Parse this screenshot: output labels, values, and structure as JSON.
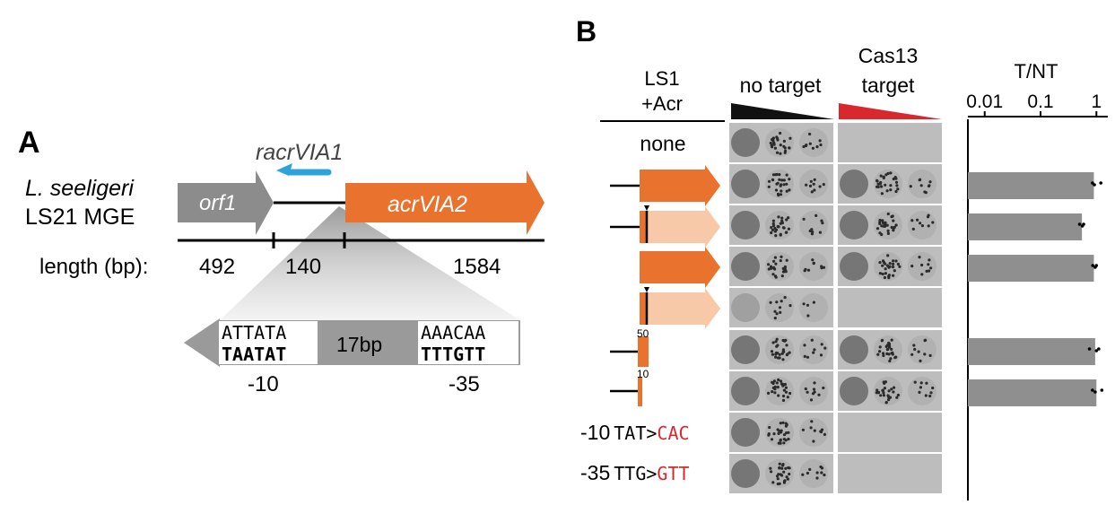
{
  "panel_a": {
    "label": "A",
    "organism_italic": "L. seeligeri",
    "organism_sub": "LS21 MGE",
    "gene_orf1": "orf1",
    "gene_racr": "racrVIA1",
    "gene_acr": "acrVIA2",
    "length_label": "length (bp):",
    "lengths": [
      "492",
      "140",
      "1584"
    ],
    "promoter": {
      "box10_top": "ATTATA",
      "box10_bottom": "TAATAT",
      "spacer": "17bp",
      "box35_top": "AAACAA",
      "box35_bottom": "TTTGTT",
      "label10": "-10",
      "label35": "-35"
    },
    "colors": {
      "acr": "#e8722e",
      "racr_arrow": "#2ea3d9",
      "orf": "#8c8c8c"
    }
  },
  "panel_b": {
    "label": "B",
    "col_ls1": [
      "LS1",
      "+Acr"
    ],
    "col_no_target": "no target",
    "col_cas13": [
      "Cas13",
      "target"
    ],
    "col_tnt": "T/NT",
    "tnt_ticks": [
      "0.01",
      "0.1",
      "1"
    ],
    "row_none": "none",
    "row_length_50": "50",
    "row_length_10": "10",
    "mut10_prefix": "-10",
    "mut10_from": "TAT>",
    "mut10_to": "CAC",
    "mut35_prefix": "-35",
    "mut35_from": "TTG>",
    "mut35_to": "GTT",
    "colors": {
      "acr": "#e8722e",
      "acr_light": "#f7c9a8",
      "wedge_dark": "#111111",
      "wedge_red": "#d8282d",
      "mutation_red": "#d8282d",
      "bar": "#8f8f8f"
    }
  },
  "chart_data": {
    "type": "bar",
    "orientation": "horizontal",
    "xlabel": "T/NT",
    "xscale": "log",
    "xlim": [
      0.005,
      1.6
    ],
    "xticks": [
      0.01,
      0.1,
      1
    ],
    "rows": [
      {
        "value": null,
        "points": []
      },
      {
        "value": 0.9,
        "points": [
          0.85,
          0.92,
          1.2
        ]
      },
      {
        "value": 0.55,
        "points": [
          0.5,
          0.56,
          0.59
        ]
      },
      {
        "value": 0.9,
        "points": [
          0.86,
          0.95,
          1.0
        ]
      },
      {
        "value": null,
        "points": []
      },
      {
        "value": 0.95,
        "points": [
          0.75,
          1.0,
          1.1
        ]
      },
      {
        "value": 1.0,
        "points": [
          0.85,
          0.95,
          1.25
        ]
      },
      {
        "value": null,
        "points": []
      },
      {
        "value": null,
        "points": []
      }
    ]
  }
}
